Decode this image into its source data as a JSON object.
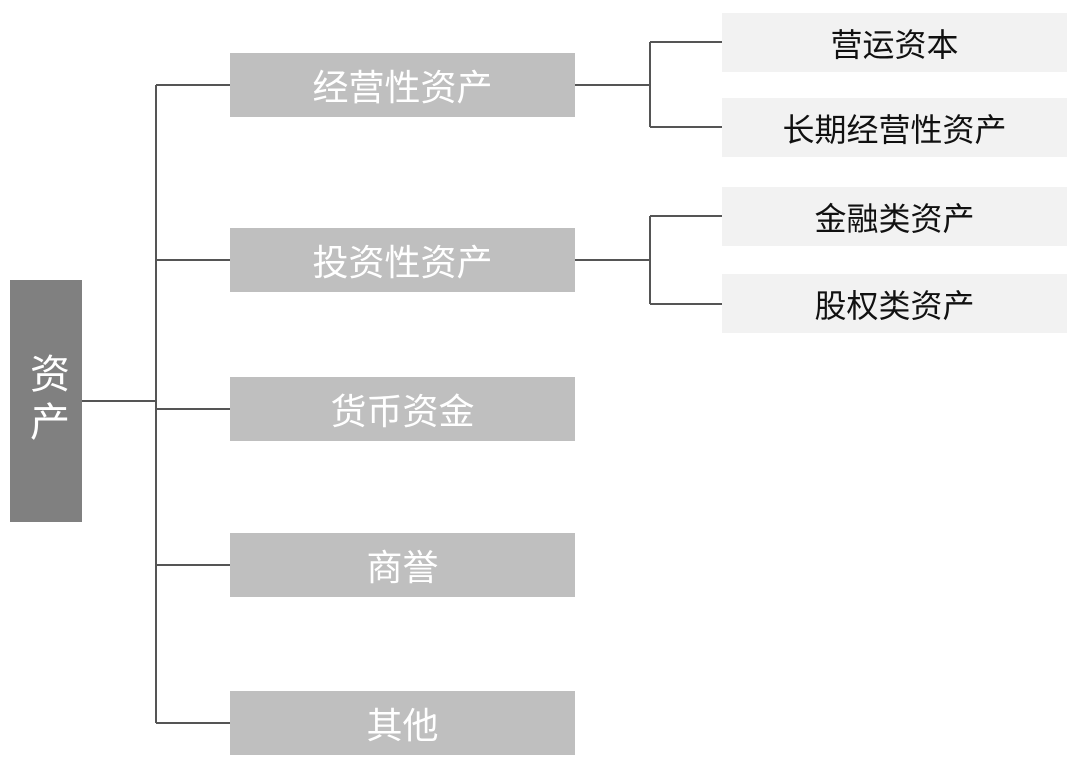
{
  "diagram": {
    "type": "tree",
    "root": {
      "label": "资产"
    },
    "branches": [
      {
        "label": "经营性资产",
        "children": [
          {
            "label": "营运资本"
          },
          {
            "label": "长期经营性资产"
          }
        ]
      },
      {
        "label": "投资性资产",
        "children": [
          {
            "label": "金融类资产"
          },
          {
            "label": "股权类资产"
          }
        ]
      },
      {
        "label": "货币资金",
        "children": []
      },
      {
        "label": "商誉",
        "children": []
      },
      {
        "label": "其他",
        "children": []
      }
    ],
    "colors": {
      "root_fill": "#808080",
      "branch_fill": "#BFBFBF",
      "leaf_fill": "#F2F2F2",
      "root_text": "#FFFFFF",
      "branch_text": "#FFFFFF",
      "leaf_text": "#111111",
      "line": "#555555"
    }
  }
}
